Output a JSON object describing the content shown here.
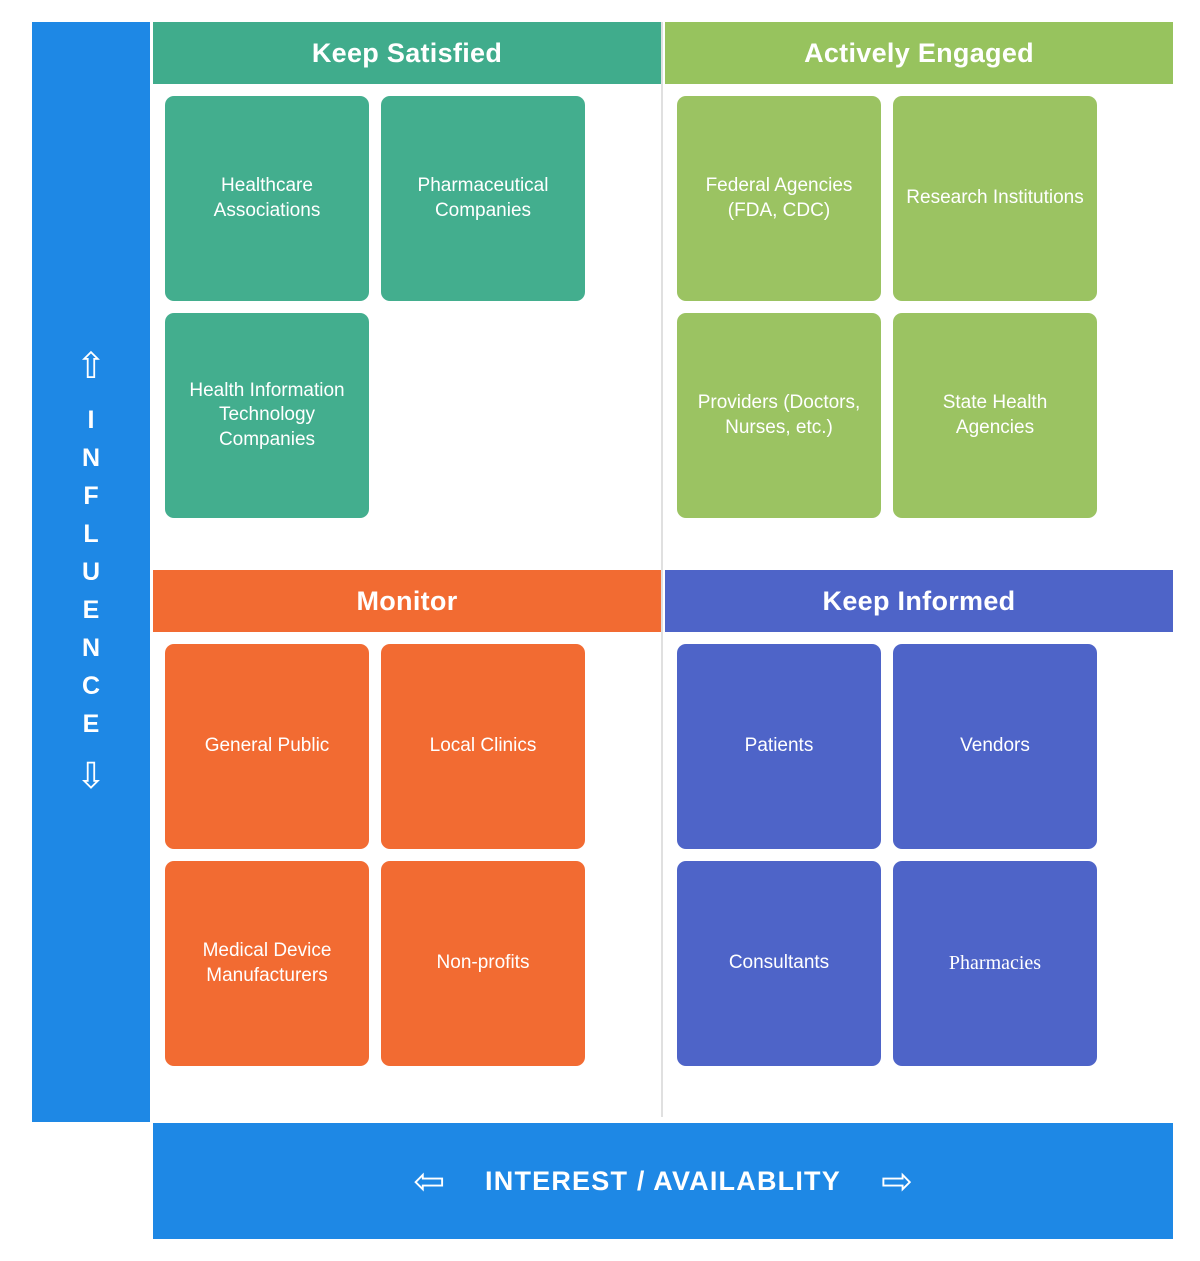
{
  "axes": {
    "vertical": {
      "label": "INFLUENCE",
      "up_arrow": "⇧",
      "down_arrow": "⇩",
      "up_arrow_name": "arrow-up-icon",
      "down_arrow_name": "arrow-down-icon",
      "color": "#1e88e5"
    },
    "horizontal": {
      "label": "INTEREST / AVAILABLITY",
      "left_arrow": "⇦",
      "right_arrow": "⇨",
      "left_arrow_name": "arrow-left-icon",
      "right_arrow_name": "arrow-right-icon",
      "color": "#1e88e5"
    }
  },
  "quadrants": {
    "top_left": {
      "title": "Keep Satisfied",
      "color": "#40ac8c",
      "card_color": "#43ae8e",
      "cards": [
        {
          "label": "Healthcare Associations"
        },
        {
          "label": "Pharmaceutical Companies"
        },
        {
          "label": "Health Information Technology Companies"
        }
      ]
    },
    "top_right": {
      "title": "Actively Engaged",
      "color": "#97c35e",
      "card_color": "#9bc362",
      "cards": [
        {
          "label": "Federal Agencies (FDA, CDC)"
        },
        {
          "label": "Research Institutions"
        },
        {
          "label": "Providers (Doctors, Nurses, etc.)"
        },
        {
          "label": "State Health Agencies"
        }
      ]
    },
    "bottom_left": {
      "title": "Monitor",
      "color": "#f26b32",
      "card_color": "#f26b32",
      "cards": [
        {
          "label": "General Public"
        },
        {
          "label": "Local Clinics"
        },
        {
          "label": "Medical Device Manufacturers"
        },
        {
          "label": "Non-profits"
        }
      ]
    },
    "bottom_right": {
      "title": "Keep Informed",
      "color": "#4e64c8",
      "card_color": "#4e64c8",
      "cards": [
        {
          "label": "Patients"
        },
        {
          "label": "Vendors"
        },
        {
          "label": "Consultants"
        },
        {
          "label": "Pharmacies"
        }
      ]
    }
  }
}
